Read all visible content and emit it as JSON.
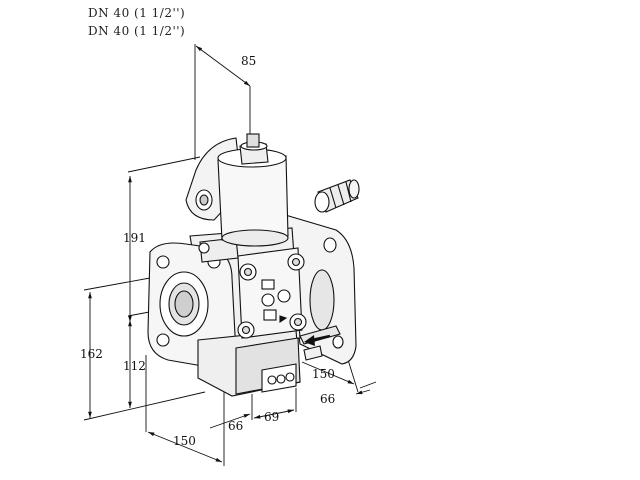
{
  "header": {
    "line1": "DN 40 (1 1/2'')",
    "line2": "DN 40 (1 1/2'')"
  },
  "dimensions": {
    "d85": "85",
    "d191": "191",
    "d112": "112",
    "d162": "162",
    "d150_bottom": "150",
    "d66_bottom": "66",
    "d69": "69",
    "d150_right": "150",
    "d66_right": "66"
  },
  "icons": [
    "flow-arrow-icon"
  ]
}
